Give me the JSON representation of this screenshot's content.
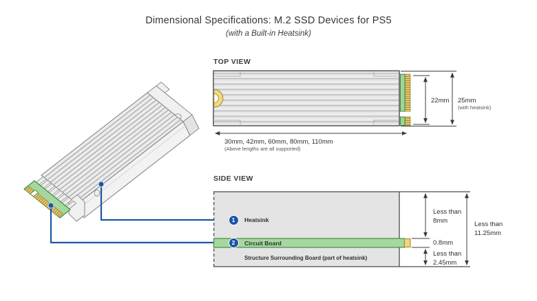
{
  "title": "Dimensional Specifications: M.2 SSD Devices for PS5",
  "subtitle": "(with a Built-in Heatsink)",
  "colors": {
    "callout_blue": "#1d56a2",
    "pcb_green": "#a6d7a1",
    "pcb_green_border": "#3f8f3f",
    "connector_gold": "#e9d27a",
    "heatsink_gray": "#ececec",
    "line_dark": "#4a4a4a"
  },
  "top_view": {
    "label": "TOP VIEW",
    "board_width": "22mm",
    "total_width": "25mm",
    "total_width_note": "(with heatsink)",
    "supported_lengths": "30mm, 42mm, 60mm, 80mm, 110mm",
    "supported_lengths_note": "(Above lengths are all supported)"
  },
  "side_view": {
    "label": "SIDE VIEW",
    "callouts": [
      {
        "number": "1",
        "label": "Heatsink"
      },
      {
        "number": "2",
        "label": "Circuit Board"
      }
    ],
    "structure_label": "Structure Surrounding Board (part of heatsink)",
    "dims": {
      "heatsink_max": "Less than\n8mm",
      "board_thickness": "0.8mm",
      "bottom_structure_max": "Less than\n2.45mm",
      "total_max": "Less than\n11.25mm"
    }
  }
}
